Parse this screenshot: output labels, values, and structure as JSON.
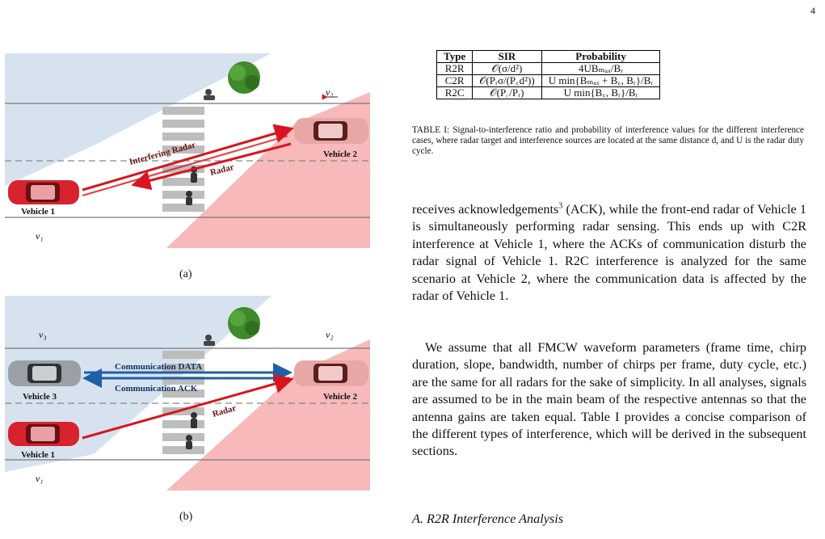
{
  "page_number": "4",
  "figure": {
    "a": {
      "caption": "(a)",
      "v1": "v₁",
      "v2": "v₂",
      "vehicle1": "Vehicle 1",
      "vehicle2": "Vehicle 2",
      "interfering_radar": "Interfering Radar",
      "radar": "Radar"
    },
    "b": {
      "caption": "(b)",
      "v1": "v₁",
      "v2": "v₂",
      "v3": "v₃",
      "vehicle1": "Vehicle 1",
      "vehicle2": "Vehicle 2",
      "vehicle3": "Vehicle 3",
      "comm_data": "Communication DATA",
      "comm_ack": "Communication ACK",
      "radar": "Radar"
    }
  },
  "table": {
    "headers": [
      "Type",
      "SIR",
      "Probability"
    ],
    "rows": [
      [
        "R2R",
        "𝒪(σ/d²)",
        "4UBₘₐₓ/Bᵣ"
      ],
      [
        "C2R",
        "𝒪(Pᵣσ/(P꜀d²))",
        "U min{Bₘₐₓ + B꜀, Bᵣ}/Bᵣ"
      ],
      [
        "R2C",
        "𝒪(P꜀/Pᵣ)",
        "U min{B꜀, Bᵣ}/Bᵣ"
      ]
    ],
    "caption": "TABLE I: Signal-to-interference ratio and probability of interference values for the different interference cases, where radar target and interference sources are located at the same distance d, and U is the radar duty cycle."
  },
  "body": {
    "p1_a": "receives acknowledgements",
    "p1_sup": "3",
    "p1_b": " (ACK), while the front-end radar of Vehicle 1 is simultaneously performing radar sensing. This ends up with C2R interference at Vehicle 1, where the ACKs of communication disturb the radar signal of Vehicle 1. R2C interference is analyzed for the same scenario at Vehicle 2, where the communication data is affected by the radar of Vehicle 1.",
    "p2": "We assume that all FMCW waveform parameters (frame time, chirp duration, slope, bandwidth, number of chirps per frame, duty cycle, etc.) are the same for all radars for the sake of simplicity. In all analyses, signals are assumed to be in the main beam of the respective antennas so that the antenna gains are taken equal. Table I provides a concise comparison of the different types of interference, which will be derived in the subsequent sections."
  },
  "section_heading": "A. R2R Interference Analysis",
  "colors": {
    "blue_beam": "#d7e2ef",
    "red_beam": "#f7b9b9",
    "radar_red": "#d9141e",
    "comm_blue": "#1f5fa8"
  }
}
